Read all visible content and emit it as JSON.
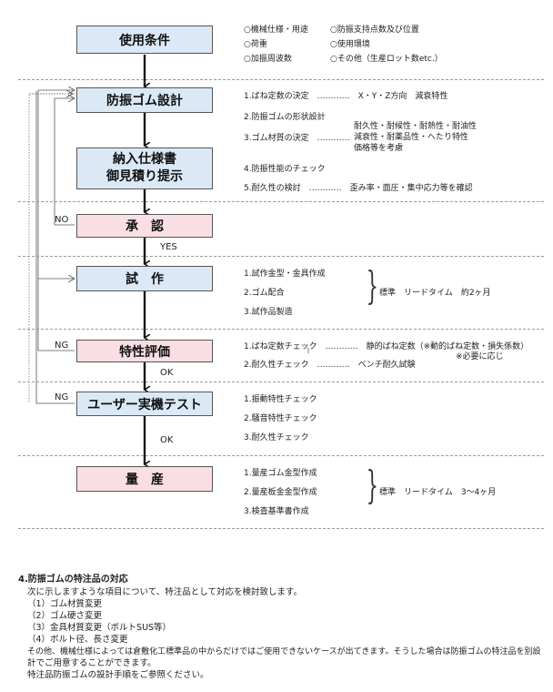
{
  "boxes": {
    "conditions": "使用条件",
    "rubber_design": "防振ゴム設計",
    "spec_line1": "納入仕様書",
    "spec_line2": "御見積り提示",
    "approval": "承　認",
    "prototype": "試　作",
    "evaluation": "特性評価",
    "user_test": "ユーザー実機テスト",
    "production": "量　産"
  },
  "flow_labels": {
    "no": "NO",
    "yes": "YES",
    "ng1": "NG",
    "ok1": "OK",
    "ng2": "NG",
    "ok2": "OK"
  },
  "conditions_items": {
    "c1": "○機械仕様・用途",
    "c2": "○荷重",
    "c3": "○加振周波数",
    "c4": "○防振支持点数及び位置",
    "c5": "○使用環境",
    "c6": "○その他（生産ロット数etc.）"
  },
  "design_steps": {
    "s1": "1.ばね定数の決定　…………　X・Y・Z方向　減衰特性",
    "s2": "2.防振ゴムの形状設計",
    "s3": "3.ゴム材質の決定　…………",
    "s3_detail1": "耐久性・耐候性・耐熱性・耐油性",
    "s3_detail2": "減衰性・耐薬品性・へたり特性",
    "s3_detail3": "価格等を考慮",
    "s4": "4.防振性能のチェック",
    "s5": "5.耐久性の検討　…………　歪み率・面圧・集中応力等を確認"
  },
  "prototype_steps": {
    "p1": "1.試作金型・金具作成",
    "p2": "2.ゴム配合",
    "p3": "3.試作品製造",
    "leadtime": "標準　リードタイム　約2ヶ月"
  },
  "evaluation_steps": {
    "e1": "1.ばね定数チェック　…………　静的ばね定数（※動的ばね定数・損失係数）",
    "e1_note": "※必要に応じ",
    "e2": "2.耐久性チェック　…………　ベンチ耐久試験"
  },
  "user_test_steps": {
    "u1": "1.振動特性チェック",
    "u2": "2.騒音特性チェック",
    "u3": "3.耐久性チェック"
  },
  "production_steps": {
    "m1": "1.量産ゴム金型作成",
    "m2": "2.量産板金金型作成",
    "m3": "3.検査基準書作成",
    "leadtime": "標準　リードタイム　3～4ヶ月"
  },
  "section4": {
    "heading": "4.防振ゴムの特注品の対応",
    "intro": "次に示しますような項目について、特注品として対応を検討致します。",
    "item1": "（1）ゴム材質変更",
    "item2": "（2）ゴム硬さ変更",
    "item3": "（3）金具材質変更（ボルトSUS等）",
    "item4": "（4）ボルト径、長さ変更",
    "para1": "その他、機械仕様によっては倉敷化工標準品の中からだけではご使用できないケースが出てきます。そうした場合は防振ゴムの特注品を別設",
    "para2": "計でご用意することができます。",
    "para3": "特注品防振ゴムの設計手順をご参照ください。"
  },
  "colors": {
    "blue_box": "#dbe9f7",
    "pink_box": "#f9dfe4"
  }
}
